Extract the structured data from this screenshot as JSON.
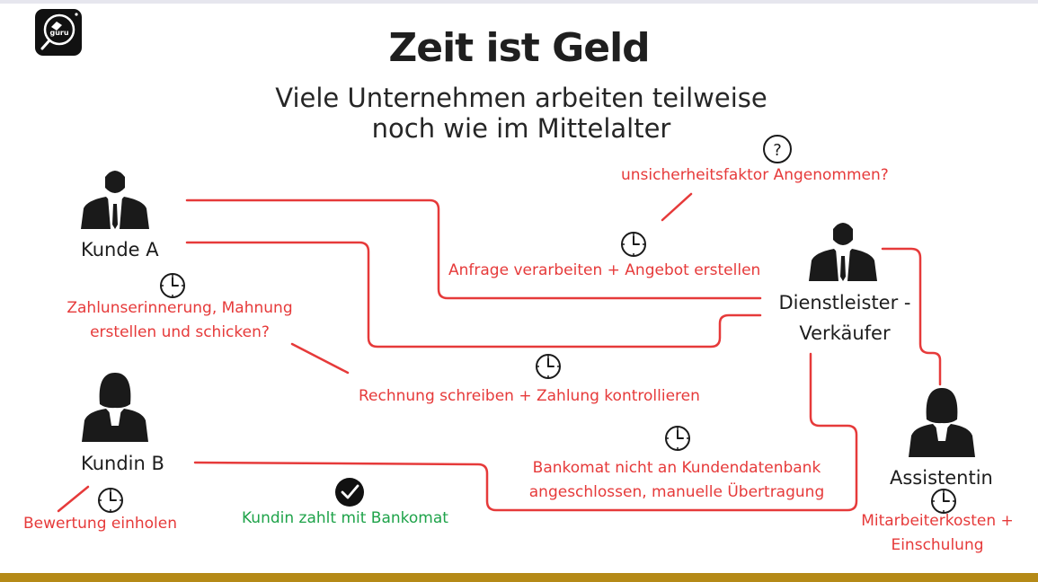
{
  "title": "Zeit ist Geld",
  "subtitle_line1": "Viele Unternehmen arbeiten teilweise",
  "subtitle_line2": "noch wie im Mittelalter",
  "logo_text": "guru",
  "people": {
    "kunde_a": "Kunde A",
    "kundin_b": "Kundin B",
    "dienstleister_line1": "Dienstleister -",
    "dienstleister_line2": "Verkäufer",
    "assistentin": "Assistentin"
  },
  "notes": {
    "unsicherheit": "unsicherheitsfaktor Angenommen?",
    "anfrage": "Anfrage verarbeiten + Angebot erstellen",
    "zahlung_line1": "Zahlunserinnerung, Mahnung",
    "zahlung_line2": "erstellen und schicken?",
    "rechnung": "Rechnung schreiben + Zahlung kontrollieren",
    "bankomat_line1": "Bankomat nicht an Kundendatenbank",
    "bankomat_line2": "angeschlossen, manuelle Übertragung",
    "bewertung": "Bewertung einholen",
    "kundin_zahlt": "Kundin zahlt mit Bankomat",
    "mitarbeiter_line1": "Mitarbeiterkosten +",
    "mitarbeiter_line2": "Einschulung"
  },
  "colors": {
    "line_red": "#e63a3a",
    "text_red": "#e63a3a",
    "text_green": "#1fa34a",
    "bottom_bar": "#b58a17",
    "silhouette": "#1a1a1a"
  }
}
